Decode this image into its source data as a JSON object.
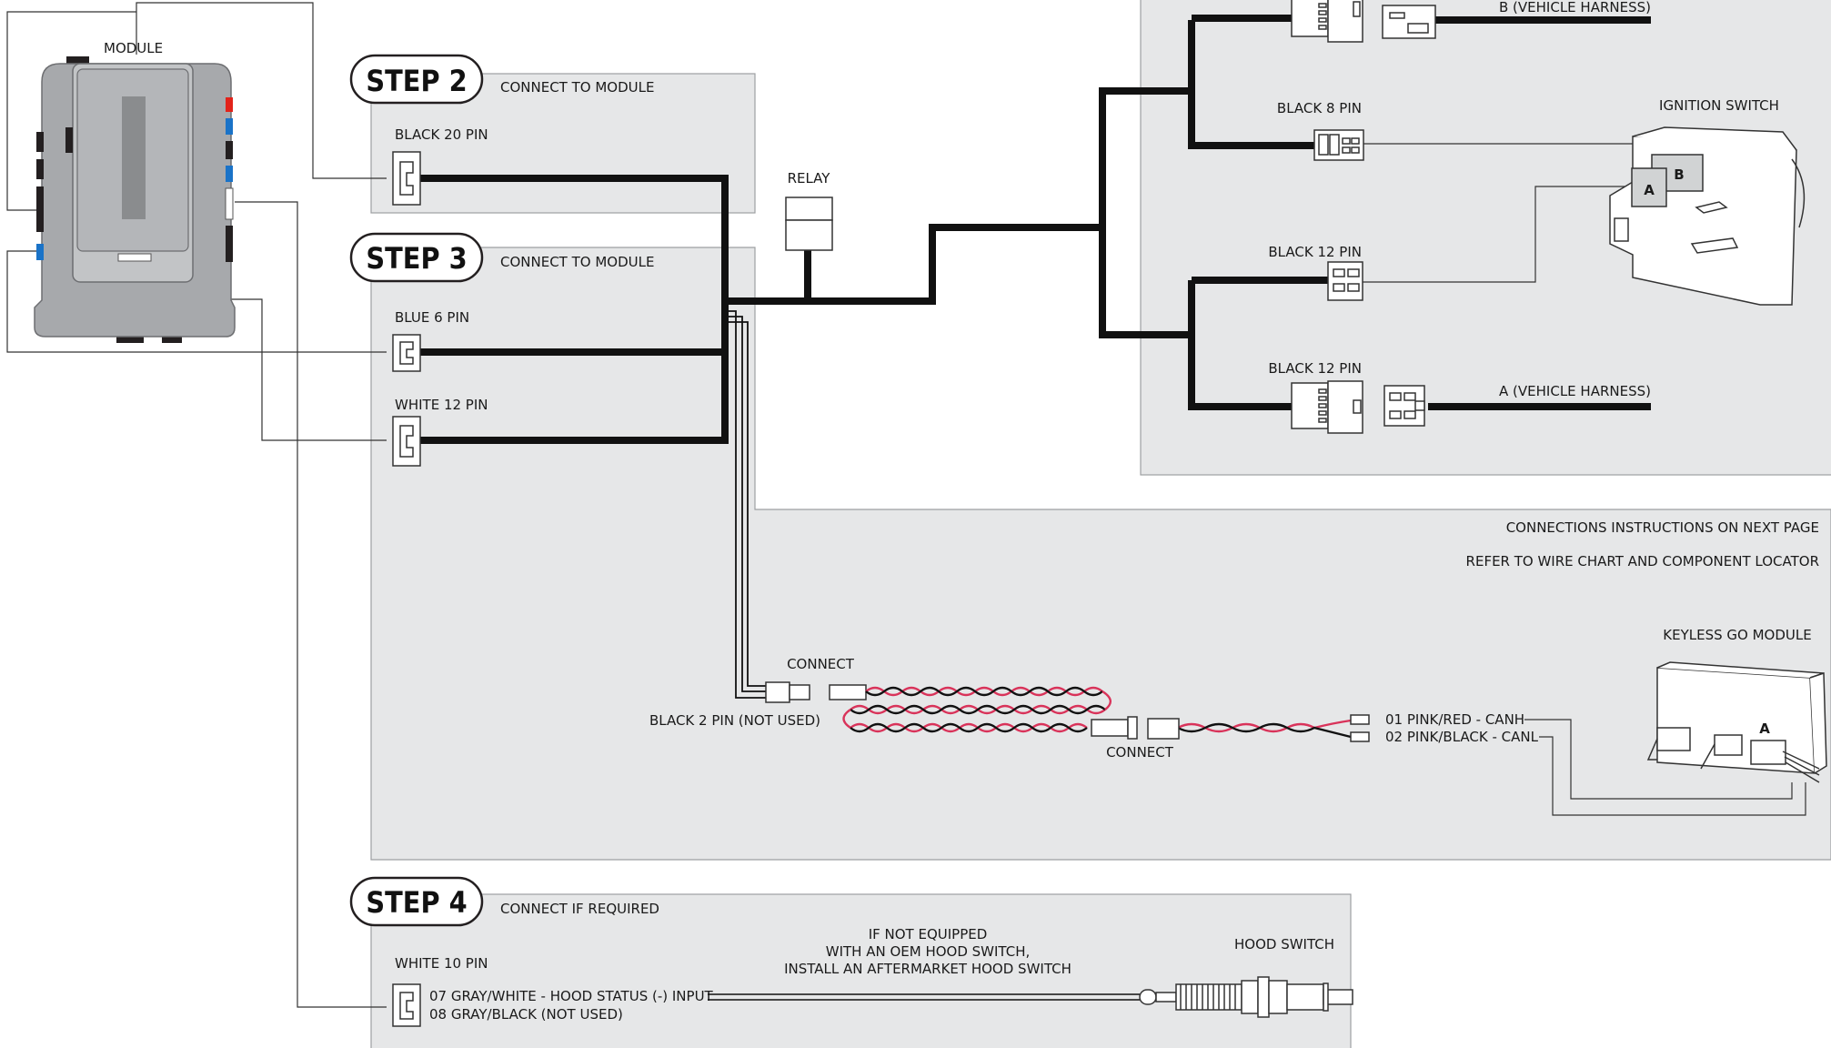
{
  "module": {
    "label": "MODULE"
  },
  "step2": {
    "title": "STEP 2",
    "subtitle": "CONNECT TO MODULE",
    "connector": "BLACK 20 PIN"
  },
  "step3": {
    "title": "STEP 3",
    "subtitle": "CONNECT TO MODULE",
    "connector_1": "BLUE 6 PIN",
    "connector_2": "WHITE 12 PIN"
  },
  "step4": {
    "title": "STEP 4",
    "subtitle": "CONNECT IF REQUIRED",
    "connector": "WHITE 10 PIN",
    "wire_1": "07 GRAY/WHITE - HOOD STATUS (-) INPUT",
    "wire_2": "08 GRAY/BLACK (NOT USED)",
    "note_line_1": "IF NOT EQUIPPED",
    "note_line_2": "WITH AN OEM HOOD SWITCH,",
    "note_line_3": "INSTALL AN AFTERMARKET HOOD SWITCH",
    "hood_switch": "HOOD SWITCH"
  },
  "relay": {
    "label": "RELAY"
  },
  "vehicle": {
    "harness_b": "B (VEHICLE HARNESS)",
    "black_8_pin": "BLACK 8 PIN",
    "black_12_pin_1": "BLACK 12 PIN",
    "black_12_pin_2": "BLACK 12 PIN",
    "harness_a": "A (VEHICLE HARNESS)",
    "ignition_switch": "IGNITION SWITCH",
    "ignition_a": "A",
    "ignition_b": "B"
  },
  "can": {
    "instructions_1": "CONNECTIONS INSTRUCTIONS ON NEXT PAGE",
    "instructions_2": "REFER TO WIRE CHART AND COMPONENT LOCATOR",
    "connect_1": "CONNECT",
    "connect_2": "CONNECT",
    "black_2_pin": "BLACK 2 PIN (NOT USED)",
    "wire_1": "01 PINK/RED - CANH",
    "wire_2": "02 PINK/BLACK - CANL",
    "keyless_module": "KEYLESS GO MODULE",
    "keyless_a": "A"
  },
  "colors": {
    "panel": "#e6e7e8",
    "cable": "#111111",
    "twisted_red": "#d9335a",
    "module_gray": "#a7a9ac",
    "accent_red": "#e2231a",
    "accent_blue": "#1a73c8"
  }
}
